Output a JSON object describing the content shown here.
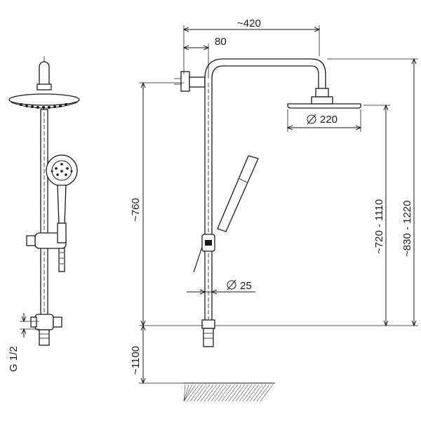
{
  "dimensions": {
    "width_total": "~420",
    "offset_wall": "80",
    "head_diameter": "220",
    "rail_diameter": "25",
    "height_rail": "~760",
    "height_head_adjust": "~720 - 1110",
    "height_total_adjust": "~830 - 1220",
    "height_floor": "~1100",
    "thread_size": "G 1/2"
  },
  "symbols": {
    "diameter": "diameter-symbol"
  }
}
